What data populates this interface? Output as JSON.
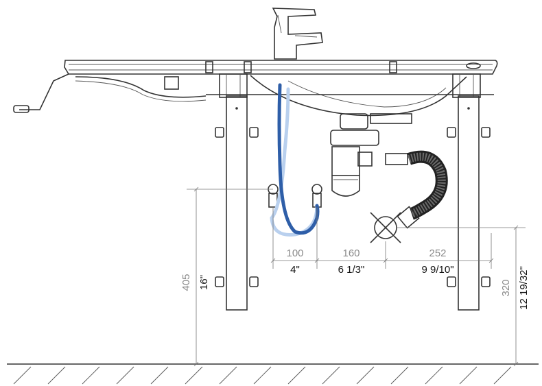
{
  "dimensions": {
    "m100": "100",
    "i100": "4\"",
    "m160": "160",
    "i160": "6 1/3\"",
    "m252": "252",
    "i252": "9 9/10\"",
    "m405": "405",
    "i405": "16\"",
    "m320": "320",
    "i320": "12 19/32\""
  },
  "colors": {
    "hose_hot": "#2e5ea8",
    "hose_cold": "#b9d0ee",
    "line": "#333333",
    "dimension_metric": "#8a8a8a",
    "dimension_imperial": "#111111"
  }
}
